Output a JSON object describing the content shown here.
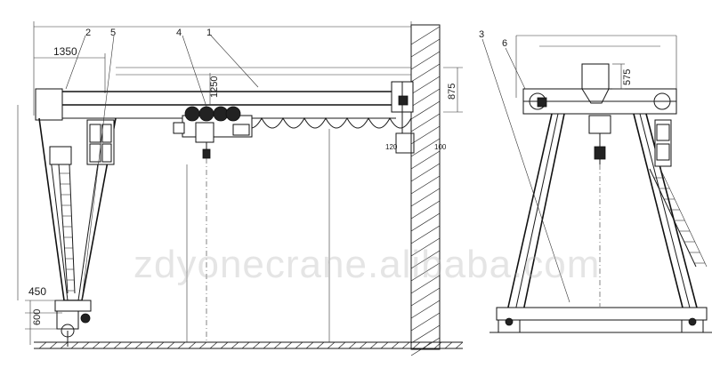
{
  "drawing": {
    "callouts": [
      "2",
      "5",
      "4",
      "1",
      "3",
      "6"
    ],
    "dimensions": {
      "d1350": "1350",
      "d1250": "1250",
      "d875": "875",
      "d575": "575",
      "d450": "450",
      "d600": "600",
      "d120": "120",
      "d100": "100"
    },
    "watermark": "zdyonecrane.alibaba.com"
  }
}
